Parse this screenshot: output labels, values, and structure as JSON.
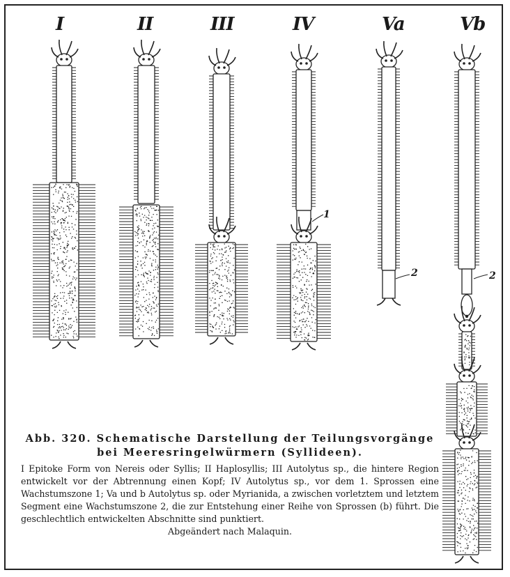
{
  "labels": {
    "fig1": "I",
    "fig2": "II",
    "fig3": "III",
    "fig4": "IV",
    "fig5a": "Va",
    "fig5b": "Vb",
    "zone1": "1",
    "zone2a": "2",
    "zone2b": "2"
  },
  "caption": {
    "title": "Abb. 320. Schematische Darstellung der Teilungsvorgänge bei Meeresringelwürmern (Syllideen).",
    "body": "I Epitoke Form von Nereis oder Syllis; II Haplosyllis; III Autolytus sp., die hintere Region entwickelt vor der Abtrennung einen Kopf; IV Autolytus sp., vor dem 1. Sprossen eine Wachstumszone 1; Va und b Autolytus sp. oder Myrianida, a zwischen vorletztem und letztem Segment eine Wachstumszone 2, die zur Entstehung einer Reihe von Sprossen (b) führt. Die geschlechtlich entwickelten Abschnitte sind punktiert.",
    "credit": "Abgeändert nach Malaquin."
  }
}
